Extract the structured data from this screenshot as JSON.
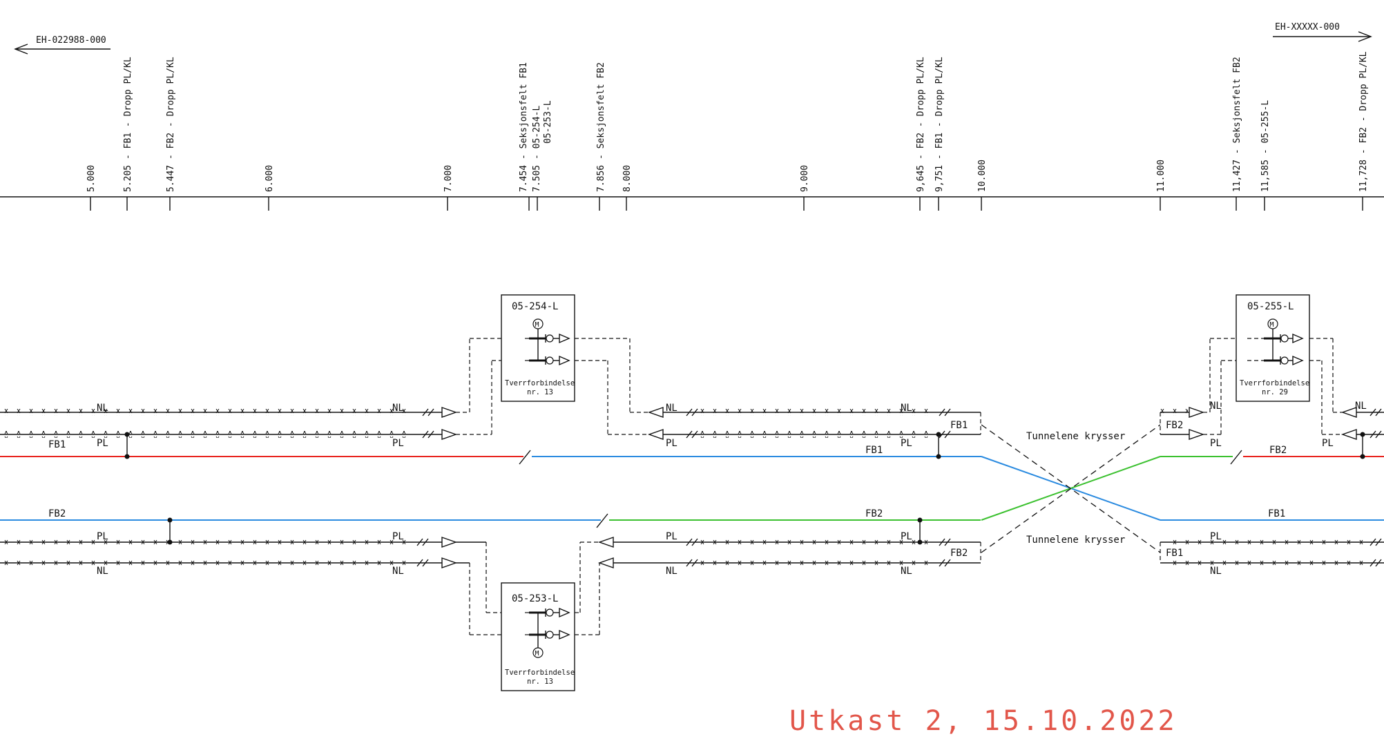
{
  "references": {
    "left": "EH-022988-000",
    "right": "EH-XXXXX-000"
  },
  "chainage_labels": [
    "5.000",
    "5.205 - FB1 - Dropp PL/KL",
    "5.447 - FB2 - Dropp PL/KL",
    "6.000",
    "7.000",
    "7.454 - Seksjonsfelt FB1",
    "7.505 - 05-254-L",
    "05-253-L",
    "7.856 - Seksjonsfelt FB2",
    "8.000",
    "9.000",
    "9,645 - FB2 - Dropp PL/KL",
    "9,751 - FB1 - Dropp PL/KL",
    "10.000",
    "11.000",
    "11,427 - Seksjonsfelt FB2",
    "11,585 - 05-255-L",
    "11,728 - FB2 - Dropp PL/KL"
  ],
  "switch_boxes": [
    {
      "id": "05-254-L",
      "caption_1": "Tverrforbindelse",
      "caption_2": "nr. 13"
    },
    {
      "id": "05-253-L",
      "caption_1": "Tverrforbindelse",
      "caption_2": "nr. 13"
    },
    {
      "id": "05-255-L",
      "caption_1": "Tverrforbindelse",
      "caption_2": "nr. 29"
    }
  ],
  "line_labels": {
    "nl": "NL",
    "pl": "PL",
    "fb1": "FB1",
    "fb2": "FB2"
  },
  "crossing_note": "Tunnelene krysser",
  "motor_symbol": "M",
  "stamp": "Utkast 2, 15.10.2022",
  "colors": {
    "fb_red": "#e8231e",
    "fb_blue": "#2b8be0",
    "fb_green": "#3cc130",
    "stamp": "#e2564a",
    "line": "#111111"
  }
}
